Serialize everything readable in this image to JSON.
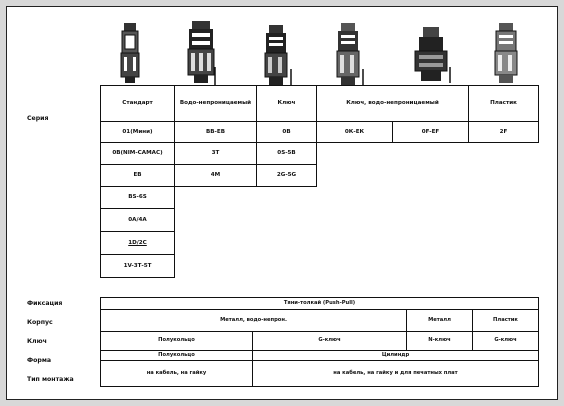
{
  "labels": {
    "series": "Серия",
    "fastening": "Фиксация",
    "housing": "Корпус",
    "key": "Ключ",
    "shape": "Форма",
    "grip": "Тип монтажа"
  },
  "series_table": {
    "headers": [
      "Стандарт",
      "Водо-непроницаемый",
      "Ключ",
      "Ключ, водо-непроницаемый",
      "Пластик"
    ],
    "rows": [
      [
        "01(Мини)",
        "ВВ-ЕВ",
        "0В",
        "0К-ЕК",
        "0F-EF",
        "2F"
      ],
      [
        "0В(NIM-CAMAC)",
        "3Т",
        "0S-5В",
        "",
        "",
        ""
      ],
      [
        "ЕВ",
        "4М",
        "2G-5G",
        "",
        "",
        ""
      ],
      [
        "ВS-6S",
        "",
        "",
        "",
        "",
        ""
      ],
      [
        "0А/4А",
        "",
        "",
        "",
        "",
        ""
      ],
      [
        "1D/2С",
        "",
        "",
        "",
        "",
        ""
      ],
      [
        "1V-3Т-5Т",
        "",
        "",
        "",
        "",
        ""
      ]
    ]
  },
  "features_table": {
    "fastening": "Тяни-толкай (Push-Pull)",
    "housing_metal": "Металл, водо-непрон.",
    "housing_metal2": "Металл",
    "housing_plastic": "Пластик",
    "key_half": "Полукольцо",
    "key_g": "G-ключ",
    "key_n": "N-ключ",
    "key_g2": "G-ключ",
    "shape_half": "Полукольцо",
    "shape_cyl": "Цилиндр",
    "grip_left": "на кабель, на гайку",
    "grip_right": "на кабель, на гайку и для печатных плат"
  },
  "colors": {
    "frame_bg": "#ffffff",
    "page_bg": "#d8d8d8",
    "ink": "#111111"
  },
  "icons": [
    "connector-standard-icon",
    "connector-waterproof-icon",
    "connector-key-icon",
    "connector-key-waterproof-icon",
    "connector-waterproof-large-icon",
    "connector-plastic-icon"
  ]
}
